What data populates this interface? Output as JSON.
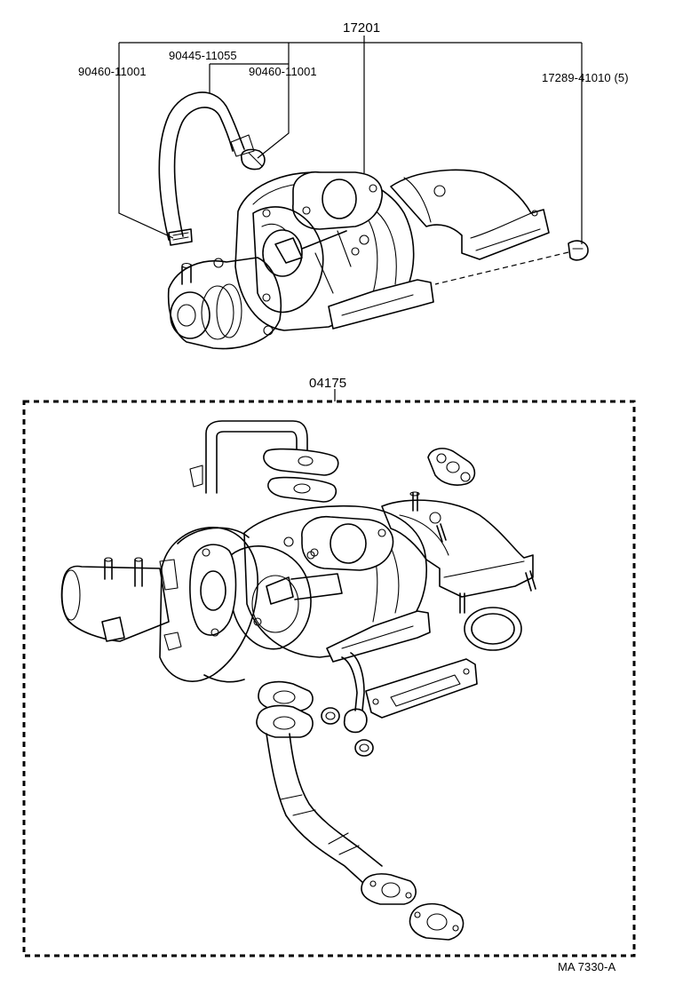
{
  "callouts": {
    "assembly": "17201",
    "hose_clamp_left": "90460-11001",
    "hose": "90445-11055",
    "hose_clamp_right": "90460-11001",
    "nut": "17289-41010 (5)",
    "gasket_kit": "04175"
  },
  "footer": {
    "drawing_code": "MA  7330-A"
  }
}
